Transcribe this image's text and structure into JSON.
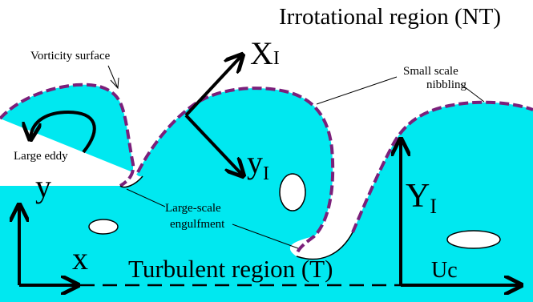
{
  "title": "Irrotational region (NT)",
  "labels": {
    "vorticity_surface": "Vorticity surface",
    "small_scale": "Small scale",
    "nibbling": "nibbling",
    "large_eddy": "Large eddy",
    "large_scale": "Large-scale",
    "engulfment": "engulfment",
    "turbulent_region": "Turbulent region (T)"
  },
  "axes": {
    "x_letter": "x",
    "y_letter": "y",
    "xi_main": "X",
    "xi_sub": "I",
    "yi_main": "y",
    "yi_sub": "I",
    "Yi_main": "Y",
    "Yi_sub": "I",
    "uc": "Uc"
  },
  "colors": {
    "turbulent_fill": "#00e8f0",
    "interface": "#7b1f7a",
    "ink": "#000000",
    "background": "#ffffff"
  }
}
